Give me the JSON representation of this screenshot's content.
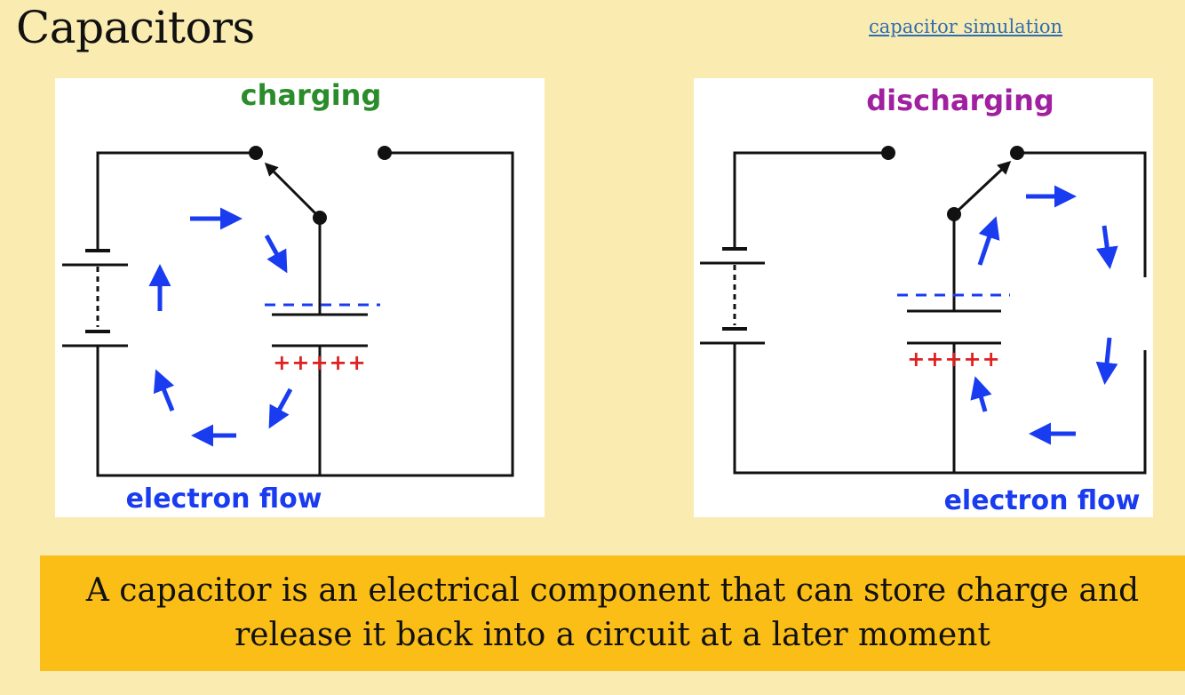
{
  "title": "Capacitors",
  "link_label": "capacitor simulation",
  "diagrams": {
    "charging": {
      "label": "charging",
      "footer": "electron flow",
      "plus_signs": "+++++"
    },
    "discharging": {
      "label": "discharging",
      "footer": "electron flow",
      "plus_signs": "+++++"
    }
  },
  "colors": {
    "background": "#faebb0",
    "caption_bar": "#fbbe16",
    "link": "#2e6db3",
    "charging_label": "#2a8c2a",
    "discharging_label": "#a020a0",
    "arrows": "#1a3cf0",
    "plus": "#e02020",
    "wire": "#111111"
  },
  "caption": "A capacitor is an electrical component that can store charge and release it back into a circuit at a later moment"
}
